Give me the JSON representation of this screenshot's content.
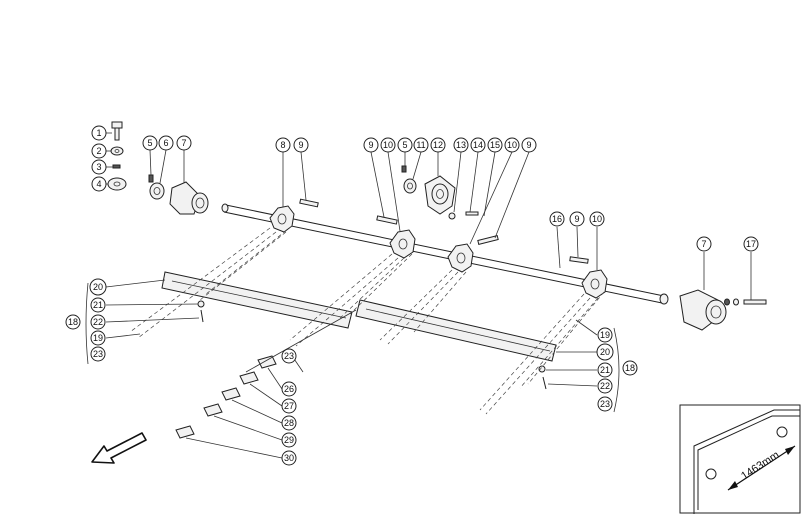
{
  "colors": {
    "highlight": "#b5cc2e",
    "ink": "#222222",
    "paper": "#ffffff"
  },
  "callouts": [
    {
      "id": "c1",
      "label": "1"
    },
    {
      "id": "c2",
      "label": "2"
    },
    {
      "id": "c3",
      "label": "3"
    },
    {
      "id": "c4",
      "label": "4"
    },
    {
      "id": "c5a",
      "label": "5"
    },
    {
      "id": "c6",
      "label": "6"
    },
    {
      "id": "c7a",
      "label": "7"
    },
    {
      "id": "c8",
      "label": "8"
    },
    {
      "id": "c9a",
      "label": "9"
    },
    {
      "id": "c9b",
      "label": "9"
    },
    {
      "id": "c10a",
      "label": "10"
    },
    {
      "id": "c5b",
      "label": "5"
    },
    {
      "id": "c11",
      "label": "11"
    },
    {
      "id": "c12",
      "label": "12"
    },
    {
      "id": "c13",
      "label": "13"
    },
    {
      "id": "c14",
      "label": "14"
    },
    {
      "id": "c15",
      "label": "15"
    },
    {
      "id": "c10b",
      "label": "10"
    },
    {
      "id": "c9c",
      "label": "9"
    },
    {
      "id": "c16",
      "label": "16"
    },
    {
      "id": "c9d",
      "label": "9"
    },
    {
      "id": "c10c",
      "label": "10"
    },
    {
      "id": "c7b",
      "label": "7"
    },
    {
      "id": "c17",
      "label": "17"
    },
    {
      "id": "c20a",
      "label": "20",
      "highlight": true
    },
    {
      "id": "c21a",
      "label": "21"
    },
    {
      "id": "c22a",
      "label": "22"
    },
    {
      "id": "c18a",
      "label": "18"
    },
    {
      "id": "c19a",
      "label": "19"
    },
    {
      "id": "c23a",
      "label": "23"
    },
    {
      "id": "c23b",
      "label": "23"
    },
    {
      "id": "c26",
      "label": "26"
    },
    {
      "id": "c27",
      "label": "27"
    },
    {
      "id": "c28",
      "label": "28"
    },
    {
      "id": "c29",
      "label": "29"
    },
    {
      "id": "c30",
      "label": "30"
    },
    {
      "id": "c19b",
      "label": "19"
    },
    {
      "id": "c20b",
      "label": "20",
      "highlight": true
    },
    {
      "id": "c18b",
      "label": "18"
    },
    {
      "id": "c21b",
      "label": "21"
    },
    {
      "id": "c22b",
      "label": "22"
    },
    {
      "id": "c23c",
      "label": "23"
    }
  ],
  "inset": {
    "dimension_label": "1463mm"
  },
  "icons": {
    "direction_arrow": "arrow-down-left-icon"
  }
}
